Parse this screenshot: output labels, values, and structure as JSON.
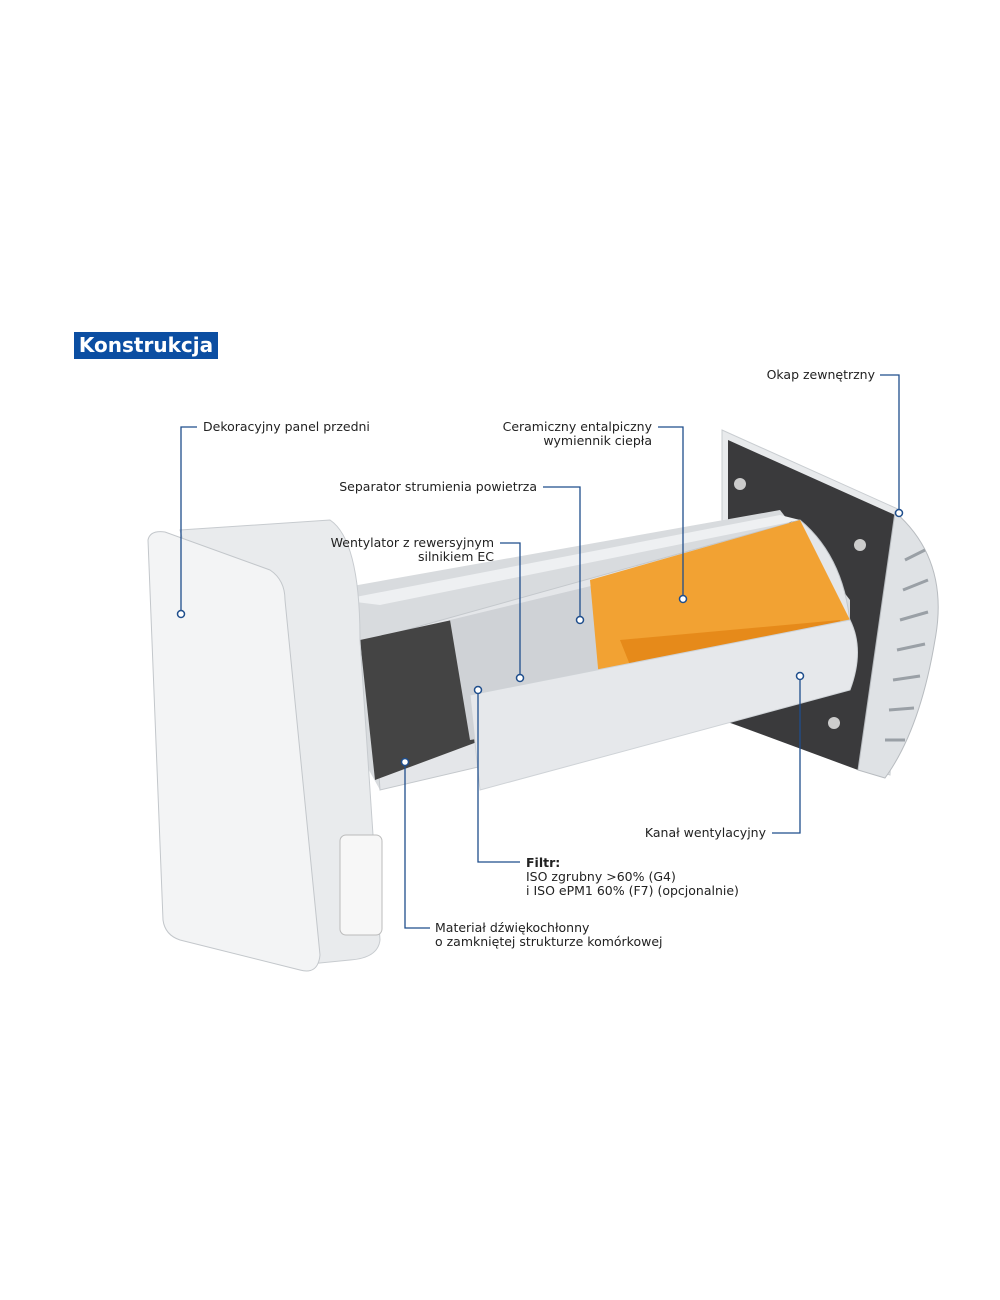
{
  "title": "Konstrukcja",
  "labels": {
    "front_panel": "Dekoracyjny panel przedni",
    "heat_exchanger_1": "Ceramiczny entalpiczny",
    "heat_exchanger_2": "wymiennik ciepła",
    "separator": "Separator strumienia powietrza",
    "fan_1": "Wentylator z rewersyjnym",
    "fan_2": "silnikiem EC",
    "hood": "Okap zewnętrzny",
    "duct": "Kanał wentylacyjny",
    "filter_title": "Filtr:",
    "filter_1": "ISO zgrubny >60% (G4)",
    "filter_2": "i ISO ePM1 60% (F7) (opcjonalnie)",
    "material_1": "Materiał dźwiękochłonny",
    "material_2": "o zamkniętej strukturze komórkowej"
  },
  "colors": {
    "accent": "#0b4ea2",
    "leader": "#1f4e8c",
    "exchanger": "#f0a030"
  }
}
